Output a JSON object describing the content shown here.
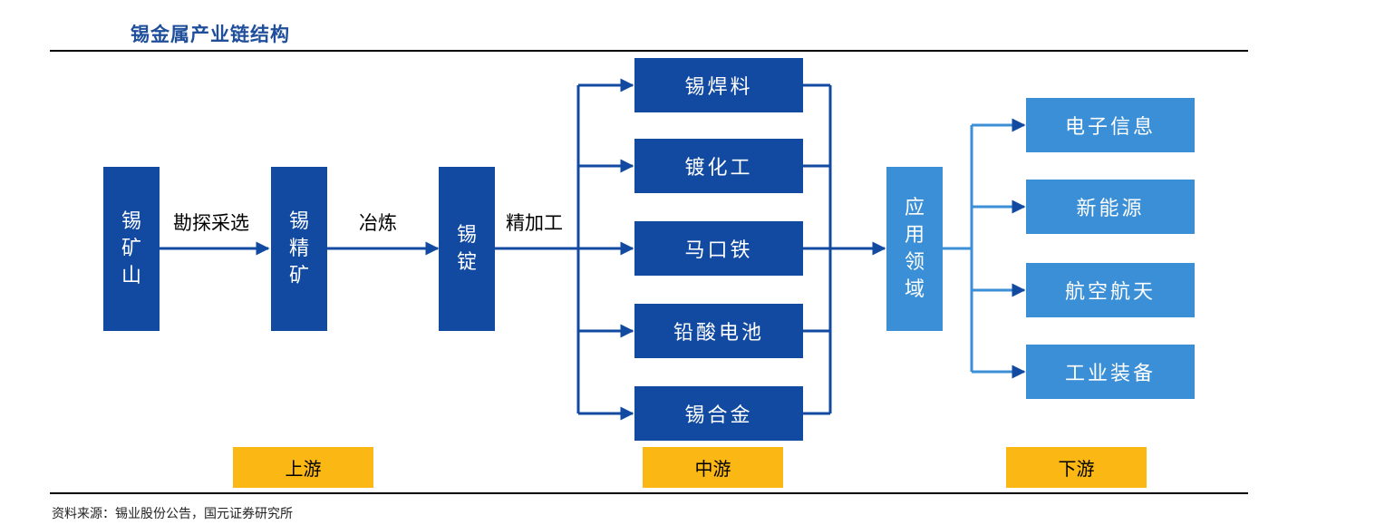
{
  "title": "锡金属产业链结构",
  "upstream": {
    "ore": "锡矿山",
    "process1": "勘探采选",
    "concentrate": "锡精矿",
    "process2": "冶炼",
    "ingot": "锡锭",
    "process3": "精加工"
  },
  "midstream": {
    "products": [
      "锡焊料",
      "镀化工",
      "马口铁",
      "铅酸电池",
      "锡合金"
    ]
  },
  "application": "应用领域",
  "downstream": {
    "fields": [
      "电子信息",
      "新能源",
      "航空航天",
      "工业装备"
    ]
  },
  "stages": [
    "上游",
    "中游",
    "下游"
  ],
  "source": "资料来源：锡业股份公告，国元证券研究所",
  "colors": {
    "dark_box": "#124aa1",
    "light_box": "#3b8fd6",
    "stage_label": "#fbb814",
    "title": "#1f4e9a"
  }
}
